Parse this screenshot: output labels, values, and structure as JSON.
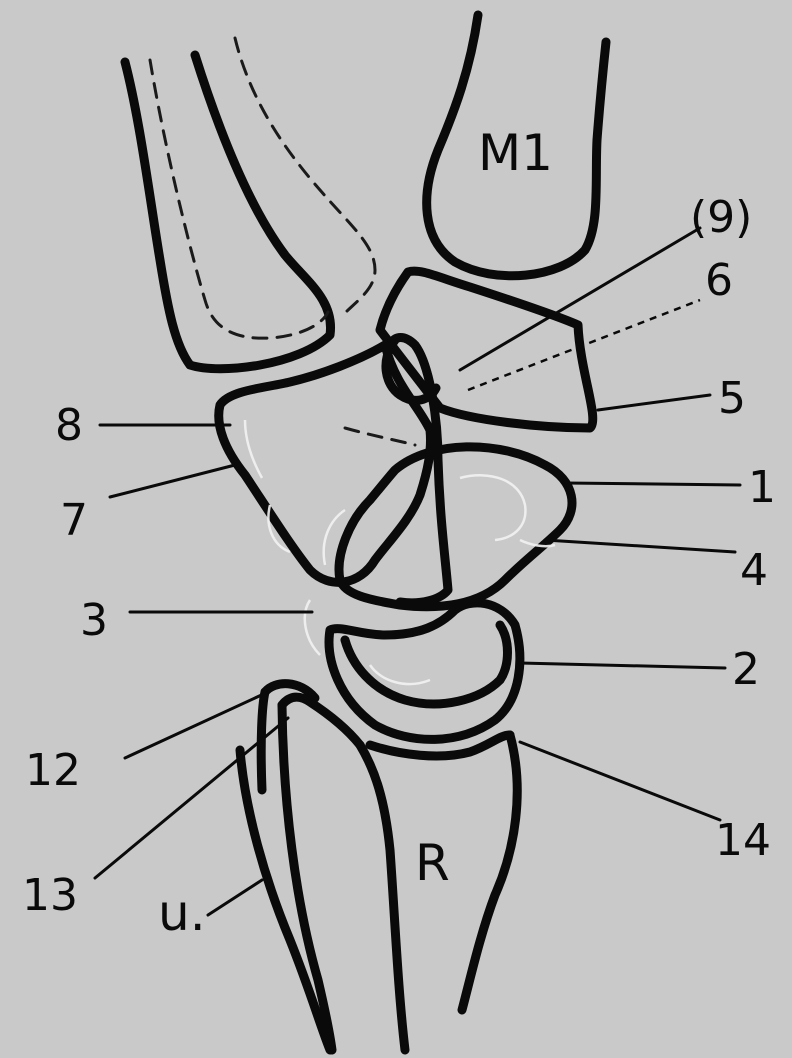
{
  "bone_labels": {
    "metacarpal": "M1",
    "radius": "R",
    "ulna": "u."
  },
  "callouts": {
    "c1": "1",
    "c2": "2",
    "c3": "3",
    "c4": "4",
    "c5": "5",
    "c6": "6",
    "c7": "7",
    "c8": "8",
    "c9": "(9)",
    "c12": "12",
    "c13": "13",
    "c14": "14"
  },
  "colors": {
    "background": "#c9c9c9",
    "ink": "#0a0a0a"
  }
}
